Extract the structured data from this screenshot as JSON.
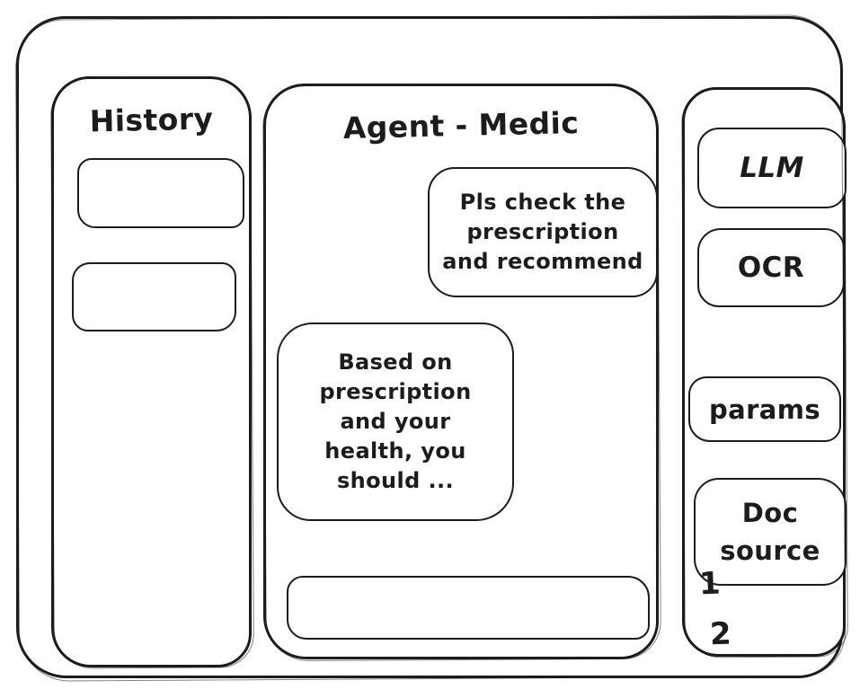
{
  "colors": {
    "ink": "#1c1c1c",
    "background": "#ffffff"
  },
  "history_panel": {
    "title": "History",
    "items": [
      {
        "label": ""
      },
      {
        "label": ""
      }
    ]
  },
  "chat_panel": {
    "title": "Agent - Medic",
    "messages": [
      {
        "role": "user",
        "text": "Pls check the\nprescription\nand recommend"
      },
      {
        "role": "assistant",
        "text": "Based on\nprescription\nand your\nhealth, you\nshould ..."
      }
    ],
    "input": {
      "value": "",
      "placeholder": ""
    }
  },
  "tools_panel": {
    "llm_label": "LLM",
    "ocr_label": "OCR",
    "params_label": "params",
    "doc_source_label": "Doc\nsource",
    "doc_source_items": [
      "1",
      "2"
    ]
  }
}
